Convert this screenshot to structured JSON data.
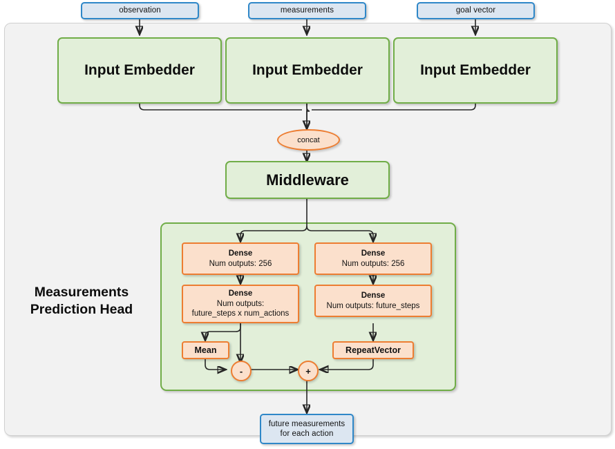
{
  "diagram": {
    "title": "Measurements Prediction Head network diagram",
    "colors": {
      "input_box_fill": "#dce6f1",
      "input_box_border": "#2e87c8",
      "green_fill": "#e2efd9",
      "green_border": "#70ad47",
      "orange_fill": "#fbe0cc",
      "orange_border": "#ed7d31",
      "panel_fill": "#f2f2f2"
    }
  },
  "inputs": [
    {
      "label": "observation"
    },
    {
      "label": "measurements"
    },
    {
      "label": "goal vector"
    }
  ],
  "embedders": [
    {
      "label": "Input Embedder"
    },
    {
      "label": "Input Embedder"
    },
    {
      "label": "Input Embedder"
    }
  ],
  "concat": {
    "label": "concat"
  },
  "middleware": {
    "label": "Middleware"
  },
  "head": {
    "label_line1": "Measurements",
    "label_line2": "Prediction Head",
    "left_branch": {
      "dense1": {
        "title": "Dense",
        "sub": "Num outputs: 256"
      },
      "dense2": {
        "title": "Dense",
        "sub_line1": "Num outputs:",
        "sub_line2": "future_steps x num_actions"
      },
      "mean": {
        "label": "Mean"
      },
      "operator": {
        "symbol": "-"
      }
    },
    "right_branch": {
      "dense1": {
        "title": "Dense",
        "sub": "Num outputs: 256"
      },
      "dense2": {
        "title": "Dense",
        "sub": "Num outputs: future_steps"
      },
      "repeat_vector": {
        "label": "RepeatVector"
      },
      "operator": {
        "symbol": "+"
      }
    }
  },
  "output": {
    "line1": "future measurements",
    "line2": "for each action"
  }
}
